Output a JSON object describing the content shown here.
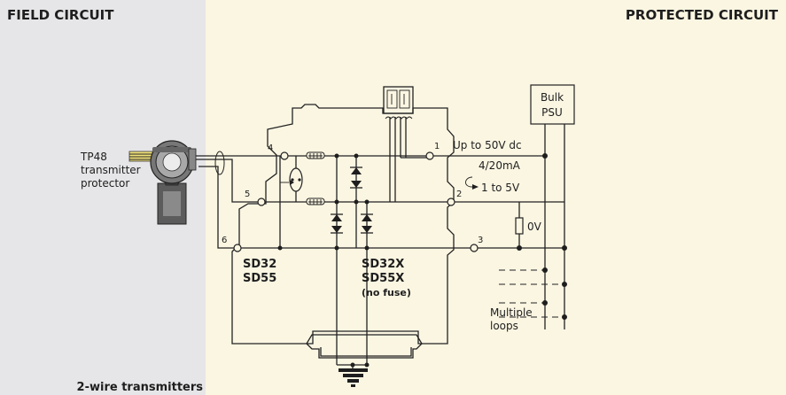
{
  "headers": {
    "field": "FIELD CIRCUIT",
    "protected": "PROTECTED CIRCUIT"
  },
  "caption": "2-wire transmitters",
  "transmitter": {
    "line1": "TP48",
    "line2": "transmitter",
    "line3": "protector"
  },
  "psu": {
    "line1": "Bulk",
    "line2": "PSU"
  },
  "terminals": [
    "1",
    "2",
    "3",
    "4",
    "5",
    "6"
  ],
  "annotations": {
    "supply": "Up to 50V dc",
    "current": "4/20mA",
    "voltage": "1 to 5V",
    "zero": "0V",
    "loops_line1": "Multiple",
    "loops_line2": "loops"
  },
  "models": {
    "left_line1": "SD32",
    "left_line2": "SD55",
    "right_line1": "SD32X",
    "right_line2": "SD55X",
    "right_note": "(no fuse)"
  },
  "colors": {
    "field_bg": "#e6e6e8",
    "protected_bg": "#fbf6e2",
    "ink": "#1e1e1e"
  }
}
